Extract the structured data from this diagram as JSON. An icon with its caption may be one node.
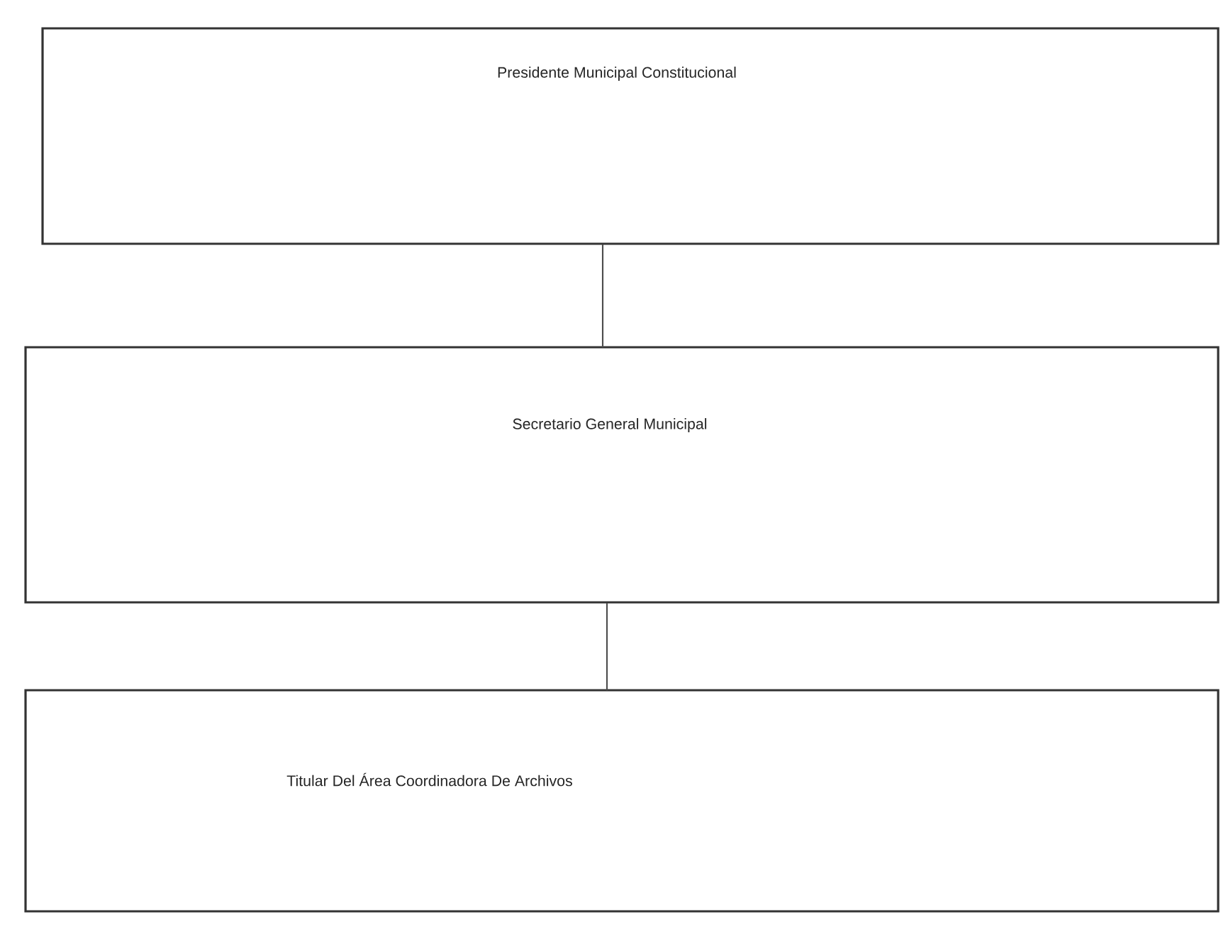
{
  "diagram": {
    "nodes": [
      {
        "text": [
          "Presidente Municipal Constitucional"
        ]
      },
      {
        "text": [
          "Secretario General Municipal"
        ]
      },
      {
        "text": [
          "Titular Del Área Coordinadora De Archivos"
        ]
      }
    ],
    "edges": [
      {
        "from": 0,
        "to": 1,
        "arrow": "none"
      },
      {
        "from": 1,
        "to": 2,
        "arrow": "none"
      }
    ]
  }
}
